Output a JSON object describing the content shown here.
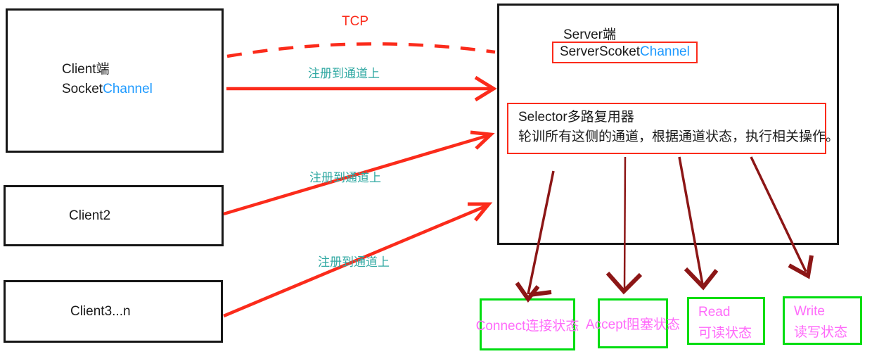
{
  "clients": {
    "client1_line1": "Client端",
    "client1_line2_black": "Socket",
    "client1_line2_blue": "Channel",
    "client2_label": "Client2",
    "client3_label": "Client3...n"
  },
  "server": {
    "title": "Server端",
    "channel_black": "ServerScoket",
    "channel_blue": "Channel",
    "selector_line1": "Selector多路复用器",
    "selector_line2": "轮训所有这侧的通道，根据通道状态，执行相关操作。"
  },
  "labels": {
    "tcp": "TCP",
    "register1": "注册到通道上",
    "register2": "注册到通道上",
    "register3": "注册到通道上"
  },
  "states": {
    "connect": "Connect连接状态",
    "accept": "Accept阻塞状态",
    "read_line1": "Read",
    "read_line2": "可读状态",
    "write_line1": "Write",
    "write_line2": "读写状态"
  },
  "colors": {
    "arrow_red": "#fb2b1b",
    "arrow_dark_red": "#8c1616",
    "register_teal": "#2fa8a2",
    "channel_blue": "#1e9aff",
    "state_green": "#00dd10",
    "state_pink": "#ff6bfa",
    "box_black": "#161616"
  }
}
